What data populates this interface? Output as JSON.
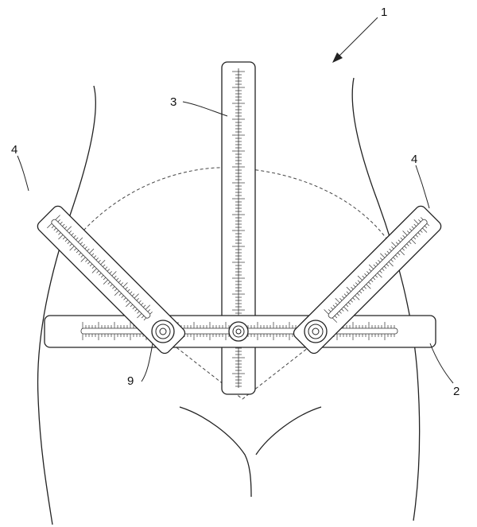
{
  "reference_numerals": {
    "device": "1",
    "horizontal_ruler": "2",
    "vertical_ruler": "3",
    "left_arm": "4",
    "right_arm": "4",
    "pivot": "9"
  }
}
